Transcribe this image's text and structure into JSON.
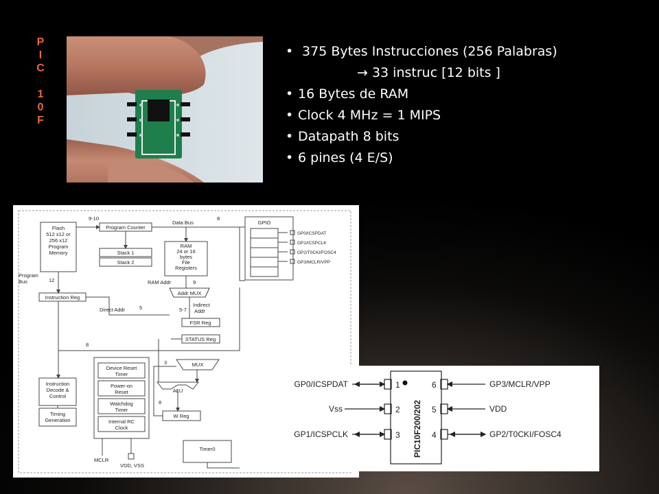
{
  "side_title": {
    "letters": [
      "P",
      "I",
      "C",
      "",
      "1",
      "0",
      "F"
    ]
  },
  "photo": {
    "description_icon": "pic10f-chip-between-fingers-photo"
  },
  "bullets": [
    {
      "marker": "•",
      "text": " 375 Bytes Instrucciones (256 Palabras)"
    },
    {
      "marker": "",
      "text": "→ 33 instruc [12 bits ]"
    },
    {
      "marker": "•",
      "text": "16 Bytes de RAM"
    },
    {
      "marker": "•",
      "text": "Clock 4 MHz = 1 MIPS"
    },
    {
      "marker": "•",
      "text": "Datapath 8 bits"
    },
    {
      "marker": "•",
      "text": "6 pines (4 E/S)"
    }
  ],
  "block_diagram": {
    "flash": [
      "Flash",
      "512 x12 or",
      "256 x12",
      "Program",
      "Memory"
    ],
    "program_counter": "Program Counter",
    "data_bus": "Data Bus",
    "bus_9_10": "9-10",
    "bus_8_top": "8",
    "stack1": "Stack 1",
    "stack2": "Stack 2",
    "ram": [
      "RAM",
      "24 or 16",
      "bytes",
      "File",
      "Registers"
    ],
    "gpio": "GPIO",
    "gpio_pins": [
      "GP0/ICSPDAT",
      "GP1/ICSPCLK",
      "GP2/T0CKI/FOSC4",
      "GP3/MCLR/VPP"
    ],
    "program_bus": [
      "Program",
      "Bus"
    ],
    "bus_12": "12",
    "ram_addr": "RAM Addr",
    "bus_9": "9",
    "instruction_reg": "Instruction Reg",
    "addr_mux": "Addr MUX",
    "direct_addr": "Direct Addr",
    "bus_5": "5",
    "bus_5_7": "5-7",
    "indirect_addr": [
      "Indirect",
      "Addr"
    ],
    "fsr_reg": "FSR Reg",
    "status_reg": "STATUS Reg",
    "bus_8_mid": "8",
    "bus_3": "3",
    "mux": "MUX",
    "alu": "ALU",
    "bus_8_alu": "8",
    "w_reg": "W Reg",
    "instruction_decode": [
      "Instruction",
      "Decode &",
      "Control"
    ],
    "timing_generation": [
      "Timing",
      "Generation"
    ],
    "device_reset": [
      "Device Reset",
      "Timer"
    ],
    "power_on_reset": [
      "Power-on",
      "Reset"
    ],
    "watchdog": [
      "Watchdog",
      "Timer"
    ],
    "internal_rc": [
      "Internal RC",
      "Clock"
    ],
    "timer0": "Timer0",
    "mclr": "MCLR",
    "vdd_vss": "VDD, VSS"
  },
  "pinout": {
    "chip_label": "PIC10F200/202",
    "left_pins": [
      {
        "name": "GP0/ICSPDAT",
        "num": "1"
      },
      {
        "name": "Vss",
        "num": "2"
      },
      {
        "name": "GP1/ICSPCLK",
        "num": "3"
      }
    ],
    "right_pins": [
      {
        "name": "GP3/MCLR/VPP",
        "num": "6"
      },
      {
        "name": "VDD",
        "num": "5"
      },
      {
        "name": "GP2/T0CKI/FOSC4",
        "num": "4"
      }
    ]
  }
}
